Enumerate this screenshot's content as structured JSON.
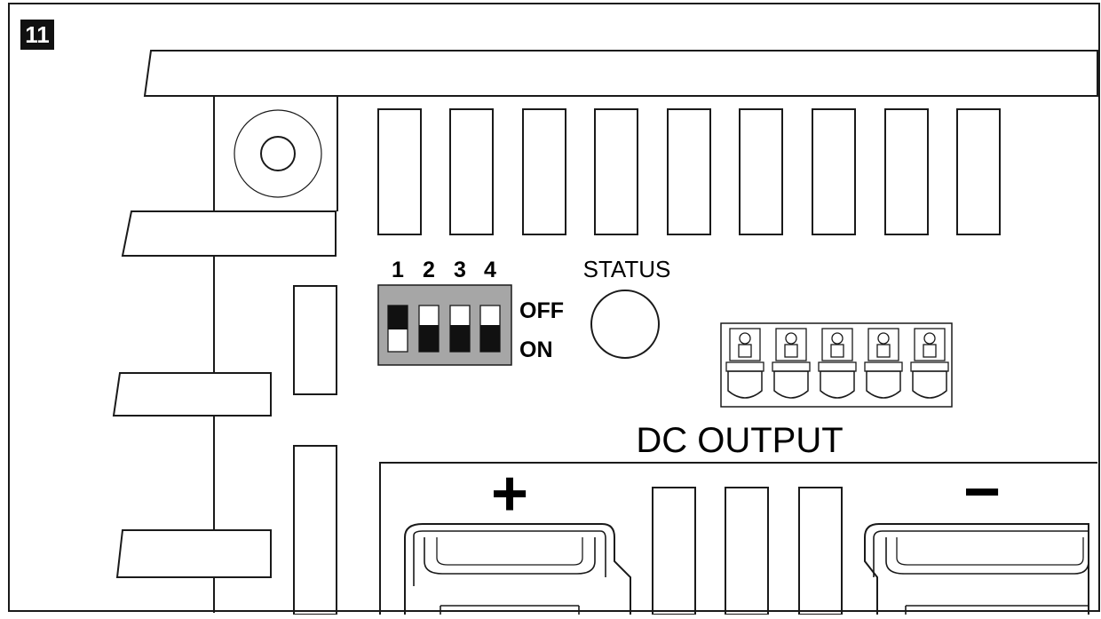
{
  "figure": {
    "step_number": "11"
  },
  "dip_switch": {
    "positions": [
      "1",
      "2",
      "3",
      "4"
    ],
    "off_label": "OFF",
    "on_label": "ON",
    "states": [
      "ON",
      "OFF",
      "OFF",
      "OFF"
    ]
  },
  "status_led": {
    "label": "STATUS"
  },
  "dc_output": {
    "label": "DC OUTPUT",
    "plus_sign": "+",
    "minus_sign": "−"
  },
  "colors": {
    "line": "#1a1a1a",
    "switch_body": "#a6a6a6",
    "switch_fill": "#111111",
    "background": "#ffffff"
  }
}
